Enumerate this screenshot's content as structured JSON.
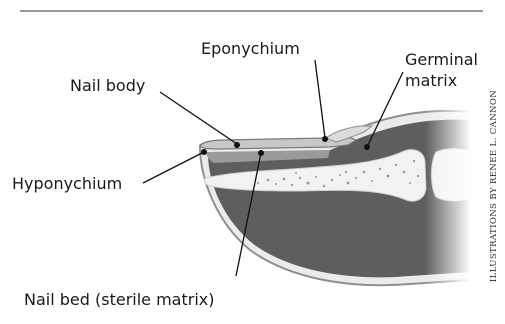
{
  "labels": {
    "eponychium": "Eponychium",
    "germinal_line1": "Germinal",
    "germinal_line2": "matrix",
    "nail_body": "Nail body",
    "hyponychium": "Hyponychium",
    "nail_bed": "Nail bed (sterile matrix)"
  },
  "credit": "ILLUSTRATIONS BY RENEE L. CANNON",
  "colors": {
    "text": "#1a1a1a",
    "skin_outline": "#8f8f8f",
    "tissue_dark": "#5e5e5e",
    "bone": "#f2f2f2",
    "nail": "#c8c8c8",
    "rule": "#333333"
  }
}
